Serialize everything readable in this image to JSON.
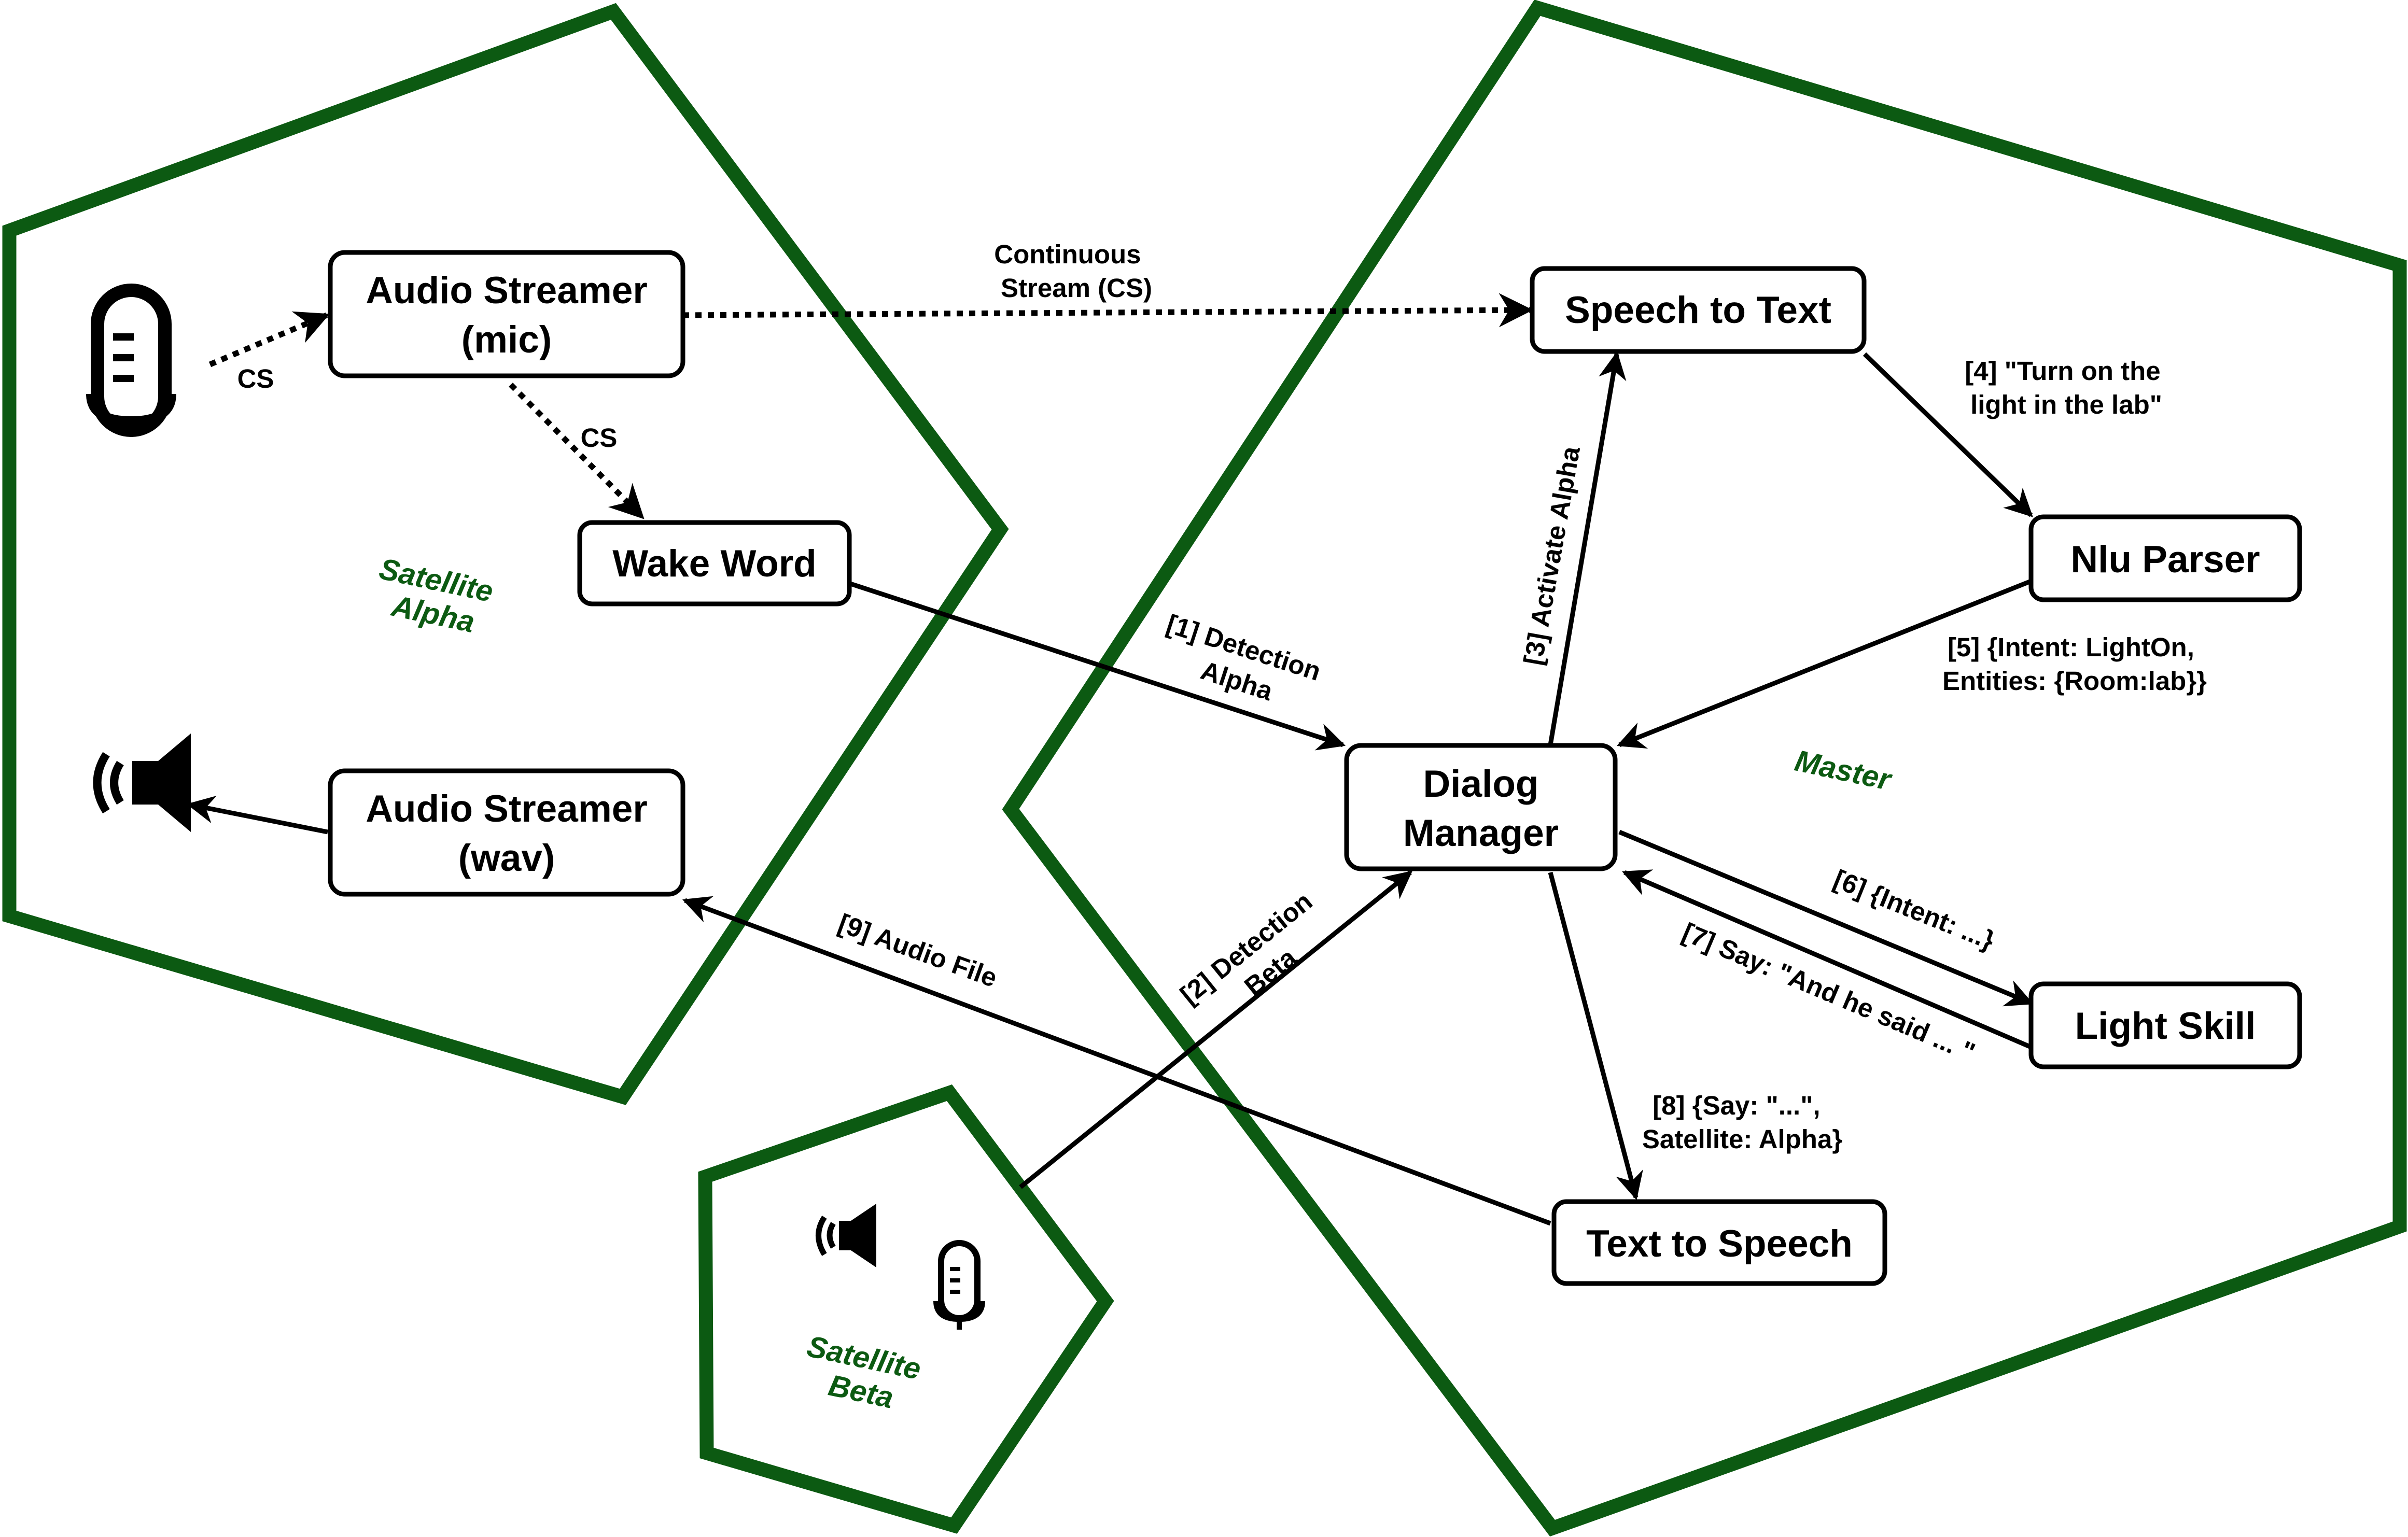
{
  "colors": {
    "region": "#0c5a12",
    "stroke": "#000000",
    "background": "#ffffff"
  },
  "regions": {
    "satellite_alpha": [
      "Satellite",
      "Alpha"
    ],
    "master": "Master",
    "satellite_beta": [
      "Satellite",
      "Beta"
    ]
  },
  "nodes": {
    "audio_streamer_mic": [
      "Audio Streamer",
      "(mic)"
    ],
    "wake_word": "Wake Word",
    "audio_streamer_wav": [
      "Audio Streamer",
      "(wav)"
    ],
    "speech_to_text": "Speech to Text",
    "nlu_parser": "Nlu Parser",
    "dialog_manager": [
      "Dialog",
      "Manager"
    ],
    "light_skill": "Light Skill",
    "text_to_speech": "Text to Speech"
  },
  "edges": {
    "mic_to_streamer": "CS",
    "streamer_to_wake": "CS",
    "continuous_stream": [
      "Continuous",
      "Stream (CS)"
    ],
    "detection_alpha": [
      "[1] Detection",
      "Alpha"
    ],
    "detection_beta": [
      "[2] Detection",
      "Beta"
    ],
    "activate_alpha": "[3] Activate Alpha",
    "stt_to_nlu": [
      "[4] \"Turn on the",
      "light in the lab\""
    ],
    "nlu_to_dm": [
      "[5] {Intent: LightOn,",
      "Entities: {Room:lab}}"
    ],
    "dm_to_skill": "[6] {Intent: ...}",
    "skill_to_dm": "[7] Say:  \"And he said ... \"",
    "dm_to_tts": [
      "[8] {Say: \"...\",",
      "Satellite: Alpha}"
    ],
    "audio_file": "[9] Audio File"
  },
  "icons": [
    "microphone-icon",
    "speaker-icon",
    "speaker-small-icon",
    "microphone-small-icon"
  ]
}
